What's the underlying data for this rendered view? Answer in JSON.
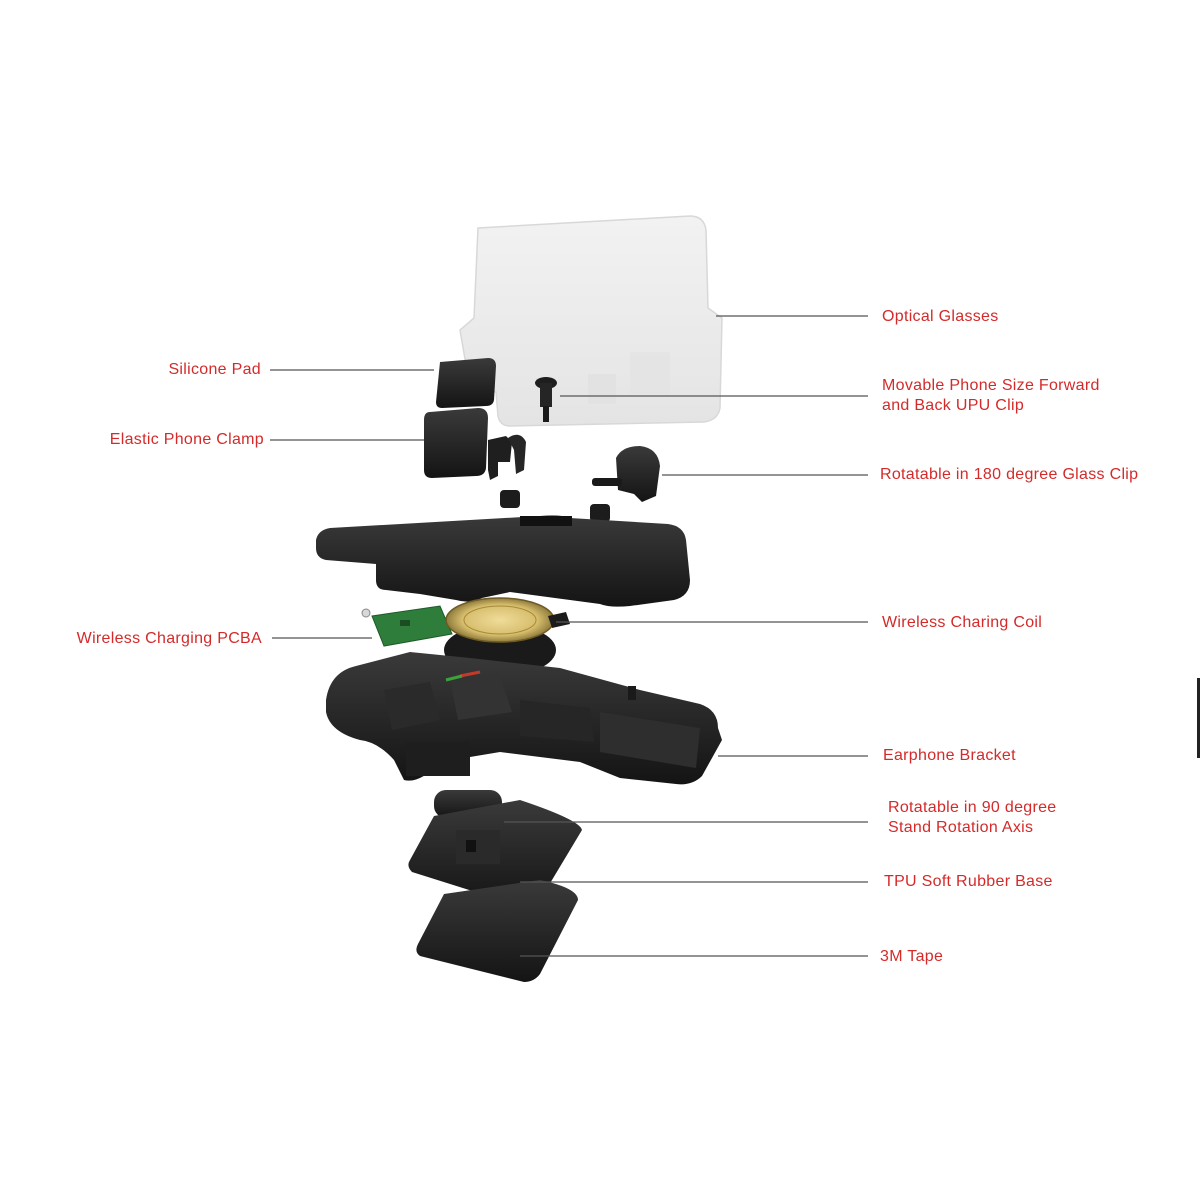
{
  "labels": {
    "optical_glasses": "Optical Glasses",
    "silicone_pad": "Silicone Pad",
    "movable_clip_1": "Movable Phone Size Forward",
    "movable_clip_2": "and Back UPU Clip",
    "elastic_clamp": "Elastic Phone Clamp",
    "rotatable_glass_clip": "Rotatable in 180 degree Glass Clip",
    "wireless_pcba": "Wireless Charging PCBA",
    "wireless_coil": "Wireless Charing Coil",
    "earphone_bracket": "Earphone Bracket",
    "rotation_axis_1": "Rotatable in 90 degree",
    "rotation_axis_2": "Stand Rotation Axis",
    "tpu_base": "TPU Soft Rubber Base",
    "tape": "3M Tape"
  },
  "colors": {
    "label": "#d42a2a",
    "leader_line": "#555555",
    "part_dark": "#1c1c1c",
    "part_mid": "#2c2c2c",
    "glass": "#eeeeee",
    "coil": "#d8c27a",
    "pcb": "#2e7d3a"
  }
}
